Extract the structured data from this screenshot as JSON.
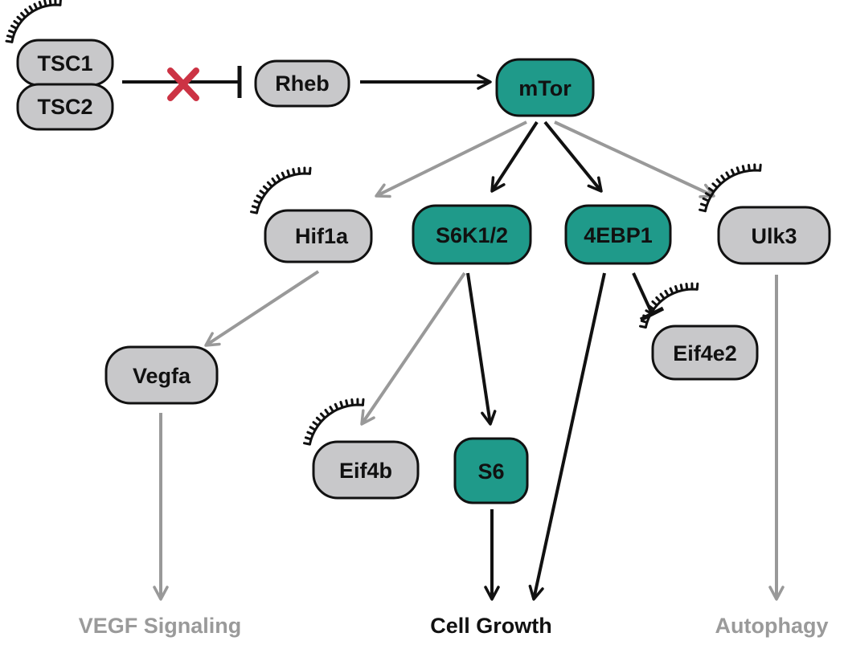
{
  "nodes": {
    "tsc1": "TSC1",
    "tsc2": "TSC2",
    "rheb": "Rheb",
    "mtor": "mTor",
    "hif1a": "Hif1a",
    "s6k": "S6K1/2",
    "ebp1": "4EBP1",
    "ulk3": "Ulk3",
    "vegfa": "Vegfa",
    "eif4e2": "Eif4e2",
    "eif4b": "Eif4b",
    "s6": "S6"
  },
  "outcomes": {
    "vegf": "VEGF Signaling",
    "growth": "Cell Growth",
    "autophagy": "Autophagy"
  },
  "colors": {
    "teal": "#1f9a8a",
    "gray_node": "#c8c8ca",
    "gray_edge": "#999999",
    "black": "#111111",
    "red_x": "#cc3344"
  }
}
